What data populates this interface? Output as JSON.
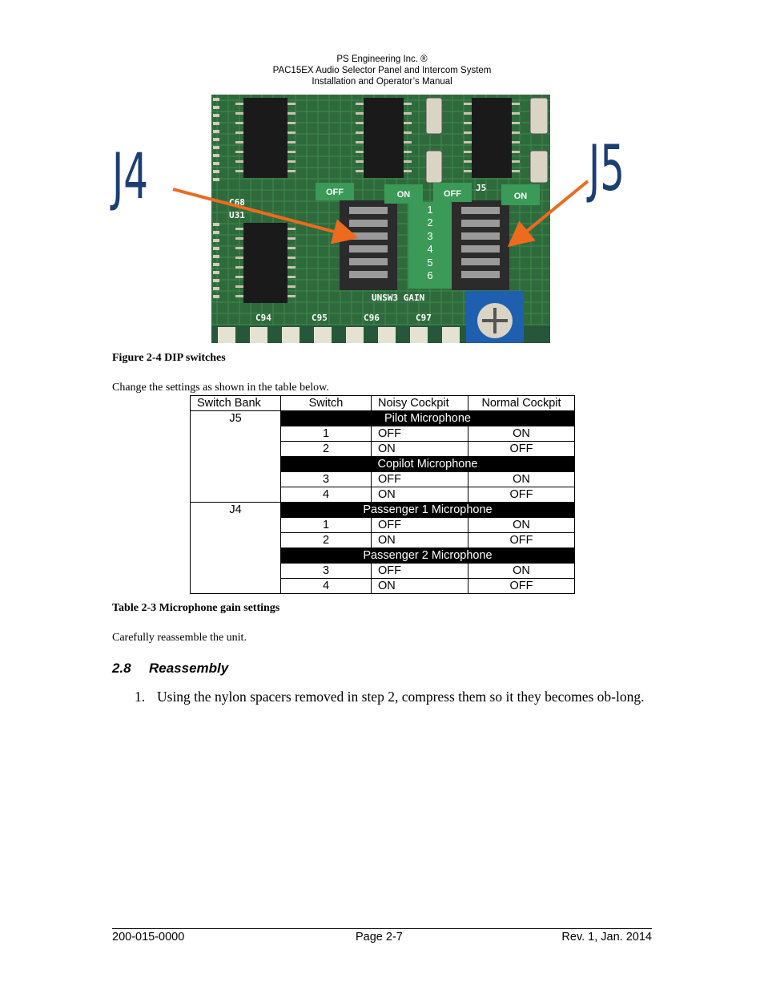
{
  "header": {
    "company": "PS Engineering Inc. ®",
    "product": "PAC15EX Audio Selector Panel and Intercom System",
    "manual": "Installation and Operator’s Manual"
  },
  "figure": {
    "label_left": "J4",
    "label_right": "J5",
    "tags": [
      "OFF",
      "ON",
      "OFF",
      "ON"
    ],
    "switch_numbers": [
      "1",
      "2",
      "3",
      "4",
      "5",
      "6"
    ],
    "pcb_markings": [
      "C68",
      "U31",
      "J4",
      "J5",
      "UNSW3 GAIN",
      "C94",
      "C95",
      "C96",
      "C97"
    ],
    "caption": "Figure 2-4 DIP switches"
  },
  "intro": "Change the settings as shown in the table below.",
  "table": {
    "headers": [
      "Switch Bank",
      "Switch",
      "Noisy Cockpit",
      "Normal Cockpit"
    ],
    "banks": [
      {
        "name": "J5",
        "sections": [
          {
            "title": "Pilot Microphone",
            "rows": [
              [
                "1",
                "OFF",
                "ON"
              ],
              [
                "2",
                "ON",
                "OFF"
              ]
            ]
          },
          {
            "title": "Copilot Microphone",
            "rows": [
              [
                "3",
                "OFF",
                "ON"
              ],
              [
                "4",
                "ON",
                "OFF"
              ]
            ]
          }
        ]
      },
      {
        "name": "J4",
        "sections": [
          {
            "title": "Passenger 1 Microphone",
            "rows": [
              [
                "1",
                "OFF",
                "ON"
              ],
              [
                "2",
                "ON",
                "OFF"
              ]
            ]
          },
          {
            "title": "Passenger 2 Microphone",
            "rows": [
              [
                "3",
                "OFF",
                "ON"
              ],
              [
                "4",
                "ON",
                "OFF"
              ]
            ]
          }
        ]
      }
    ],
    "caption": "Table 2-3 Microphone gain settings"
  },
  "reassemble_note": "Carefully reassemble the unit.",
  "section": {
    "number": "2.8",
    "title": "Reassembly"
  },
  "steps": [
    {
      "number": "1.",
      "text": "Using the nylon spacers removed in step 2, compress them so it they becomes ob-long."
    }
  ],
  "footer": {
    "doc_number": "200-015-0000",
    "page": "Page 2-7",
    "revision": "Rev. 1, Jan. 2014"
  }
}
